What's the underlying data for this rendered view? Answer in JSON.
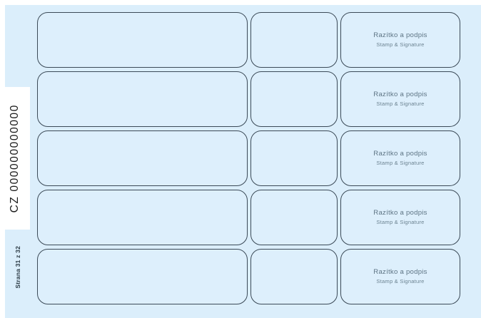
{
  "document": {
    "registration_code": "CZ 000000000000",
    "page_label": "Strana 31 z 32",
    "background_color": "#dbeefb",
    "cell_fill_color": "#ddeffc",
    "cell_border_color": "#3b4a57",
    "stamp_text_color": "#5d7484"
  },
  "stamp_block": {
    "title_cs": "Razítko a podpis",
    "subtitle_en": "Stamp & Signature"
  },
  "rows": [
    {
      "index": 1,
      "wide_cell_value": "",
      "mid_cell_value": "",
      "stamp_title": "Razítko a podpis",
      "stamp_subtitle": "Stamp & Signature"
    },
    {
      "index": 2,
      "wide_cell_value": "",
      "mid_cell_value": "",
      "stamp_title": "Razítko a podpis",
      "stamp_subtitle": "Stamp & Signature"
    },
    {
      "index": 3,
      "wide_cell_value": "",
      "mid_cell_value": "",
      "stamp_title": "Razítko a podpis",
      "stamp_subtitle": "Stamp & Signature"
    },
    {
      "index": 4,
      "wide_cell_value": "",
      "mid_cell_value": "",
      "stamp_title": "Razítko a podpis",
      "stamp_subtitle": "Stamp & Signature"
    },
    {
      "index": 5,
      "wide_cell_value": "",
      "mid_cell_value": "",
      "stamp_title": "Razítko a podpis",
      "stamp_subtitle": "Stamp & Signature"
    }
  ]
}
